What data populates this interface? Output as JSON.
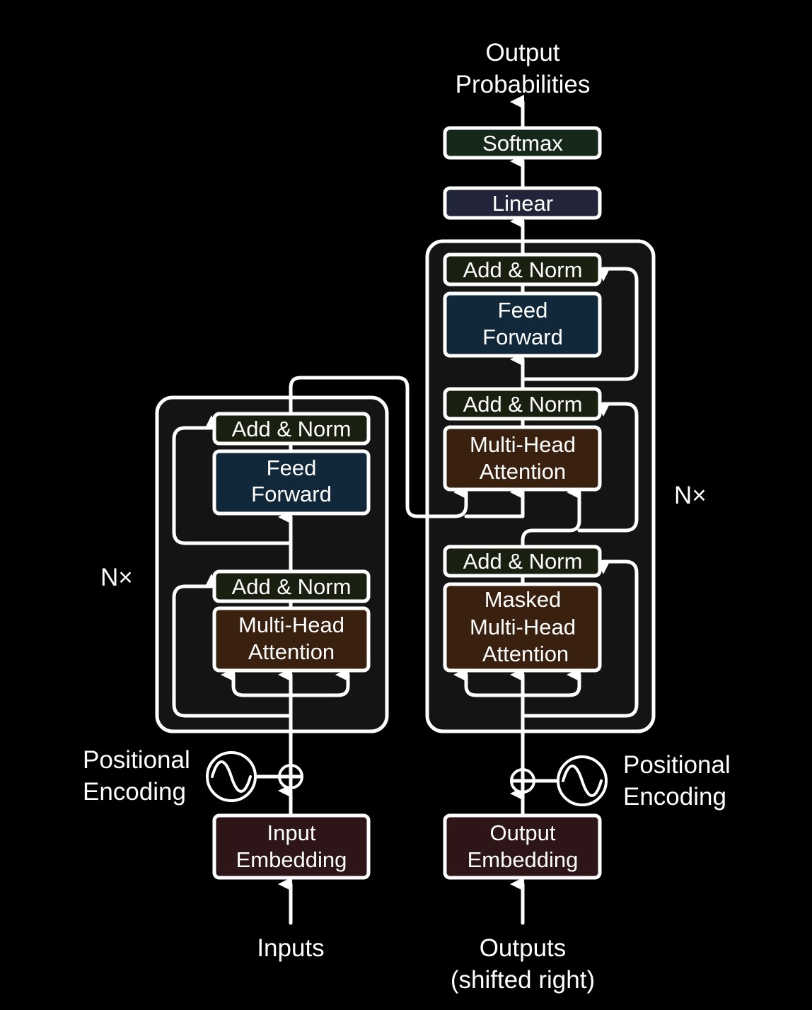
{
  "colors": {
    "background": "#000000",
    "stack_fill": "#141414",
    "line": "#ffffff",
    "add_norm": "#1a2010",
    "feed_forward": "#10283a",
    "attention": "#3a200e",
    "embedding": "#2e1618",
    "linear": "#22253a",
    "softmax": "#16281a"
  },
  "encoder": {
    "repeat_label": "N×",
    "blocks": {
      "add_norm_top": "Add & Norm",
      "feed_forward": [
        "Feed",
        "Forward"
      ],
      "add_norm_bottom": "Add & Norm",
      "attention": [
        "Multi-Head",
        "Attention"
      ]
    },
    "positional_encoding": [
      "Positional",
      "Encoding"
    ],
    "embedding": [
      "Input",
      "Embedding"
    ],
    "input_label": "Inputs"
  },
  "decoder": {
    "repeat_label": "N×",
    "blocks": {
      "add_norm_top": "Add & Norm",
      "feed_forward": [
        "Feed",
        "Forward"
      ],
      "add_norm_mid": "Add & Norm",
      "attention": [
        "Multi-Head",
        "Attention"
      ],
      "add_norm_bottom": "Add & Norm",
      "masked_attention": [
        "Masked",
        "Multi-Head",
        "Attention"
      ]
    },
    "positional_encoding": [
      "Positional",
      "Encoding"
    ],
    "embedding": [
      "Output",
      "Embedding"
    ],
    "input_label": [
      "Outputs",
      "(shifted right)"
    ]
  },
  "head": {
    "linear": "Linear",
    "softmax": "Softmax",
    "output_label": [
      "Output",
      "Probabilities"
    ]
  }
}
